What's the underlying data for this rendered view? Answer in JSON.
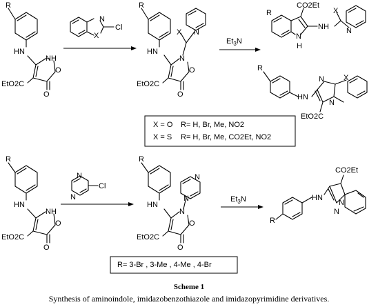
{
  "scheme": {
    "title": "Scheme 1",
    "caption": "Synthesis of aminoindole, imidazobenzothiazole and imidazopyrimidine derivatives."
  },
  "reaction_top": {
    "reagent_label": "Cl",
    "reagent_x": "X",
    "reagent_n": "N",
    "condition": "Et3N",
    "box_lines": [
      {
        "x": "X = O",
        "r": "R= H, Br, Me, NO2"
      },
      {
        "x": "X = S",
        "r": "R= H, Br, Me, CO2Et, NO2"
      }
    ]
  },
  "reaction_bottom": {
    "reagent_label": "Cl",
    "condition": "Et3N",
    "box_line": "R= 3-Br , 3-Me , 4-Me , 4-Br"
  },
  "atoms": {
    "R": "R",
    "HN": "HN",
    "NH": "NH",
    "N": "N",
    "H": "H",
    "O": "O",
    "X": "X",
    "EtO2C": "EtO2C",
    "CO2Et": "CO2Et",
    "N_H": "N"
  }
}
